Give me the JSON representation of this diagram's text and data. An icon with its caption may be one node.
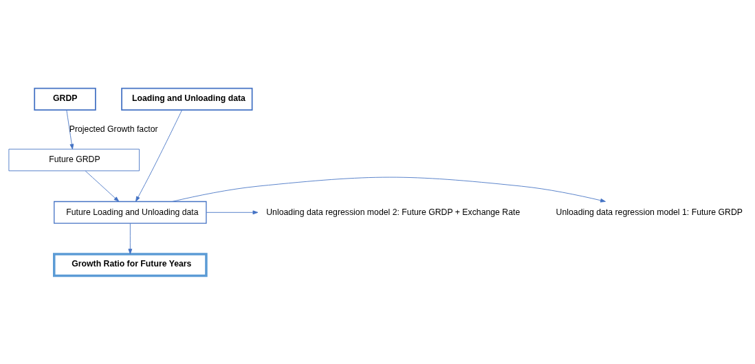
{
  "diagram": {
    "nodes": [
      {
        "text": [
          "GRDP"
        ]
      },
      {
        "text": [
          "Loading and Unloading data"
        ]
      },
      {
        "text": [
          "Future GRDP"
        ]
      },
      {
        "text": [
          "Future Loading and Unloading data"
        ]
      },
      {
        "text": [
          "Unloading data regression model 1: Future GRDP"
        ]
      },
      {
        "text": [
          "Unloading data regression model 2: Future GRDP + Exchange Rate"
        ]
      },
      {
        "text": [
          "Growth Ratio for Future Years"
        ]
      }
    ],
    "edges": [
      {
        "from": 0,
        "to": 2,
        "arrow": "to",
        "label": "Projected Growth factor"
      },
      {
        "from": 1,
        "to": 3,
        "arrow": "to"
      },
      {
        "from": 2,
        "to": 3,
        "arrow": "to"
      },
      {
        "from": 3,
        "to": 4,
        "arrow": "to"
      },
      {
        "from": 3,
        "to": 5,
        "arrow": "to"
      },
      {
        "from": 3,
        "to": 6,
        "arrow": "to"
      }
    ]
  }
}
